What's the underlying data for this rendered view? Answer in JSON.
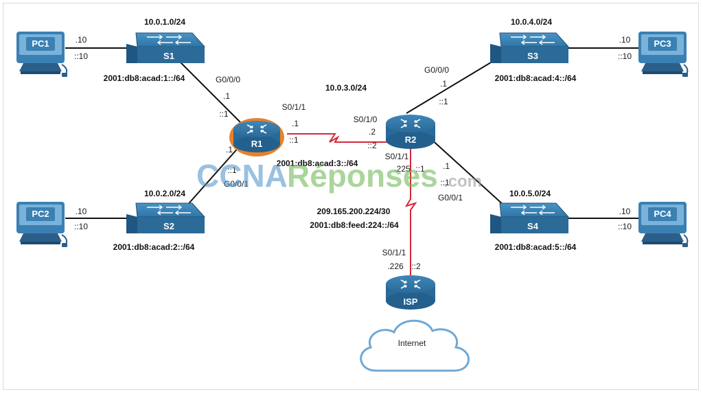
{
  "colors": {
    "device_blue": "#2f6f9f",
    "device_blue_dark": "#1d4f78",
    "serial_link": "#d6263a",
    "eth_link": "#111111",
    "r1_highlight": "#e8812b",
    "cloud_stroke": "#6fa8d6"
  },
  "devices": {
    "pc1": "PC1",
    "pc2": "PC2",
    "pc3": "PC3",
    "pc4": "PC4",
    "s1": "S1",
    "s2": "S2",
    "s3": "S3",
    "s4": "S4",
    "r1": "R1",
    "r2": "R2",
    "isp": "ISP"
  },
  "cloud": {
    "label": "Internet",
    "icon": "cloud-icon"
  },
  "networks": {
    "lan1_v4": "10.0.1.0/24",
    "lan1_v6": "2001:db8:acad:1::/64",
    "lan2_v4": "10.0.2.0/24",
    "lan2_v6": "2001:db8:acad:2::/64",
    "wan_v4": "10.0.3.0/24",
    "wan_v6": "2001:db8:acad:3::/64",
    "lan4_v4": "10.0.4.0/24",
    "lan4_v6": "2001:db8:acad:4::/64",
    "lan5_v4": "10.0.5.0/24",
    "lan5_v6": "2001:db8:acad:5::/64",
    "isp_v4": "209.165.200.224/30",
    "isp_v6": "2001:db8:feed:224::/64"
  },
  "labels": {
    "pc1_v4": ".10",
    "pc1_v6": "::10",
    "pc2_v4": ".10",
    "pc2_v6": "::10",
    "pc3_v4": ".10",
    "pc3_v6": "::10",
    "pc4_v4": ".10",
    "pc4_v6": "::10",
    "r1_g000": "G0/0/0",
    "r1_g000_v4": ".1",
    "r1_g000_v6": "::1",
    "r1_g001": "G0/0/1",
    "r1_g001_v4": ".1",
    "r1_g001_v6": "::1",
    "r1_s011": "S0/1/1",
    "r1_s011_v4": ".1",
    "r1_s011_v6": "::1",
    "r2_s010": "S0/1/0",
    "r2_s010_v4": ".2",
    "r2_s010_v6": "::2",
    "r2_g000": "G0/0/0",
    "r2_g000_v4": ".1",
    "r2_g000_v6": "::1",
    "r2_g001": "G0/0/1",
    "r2_g001_v4": ".1",
    "r2_g001_v6": "::1",
    "r2_s011": "S0/1/1",
    "r2_s011_v4": ".225",
    "r2_s011_v6": "::1",
    "isp_s011": "S0/1/1",
    "isp_s011_v4": ".226",
    "isp_s011_v6": "::2"
  },
  "watermark": {
    "part1": "CCNA",
    "part2": "Réponses",
    "part3": ".com"
  }
}
